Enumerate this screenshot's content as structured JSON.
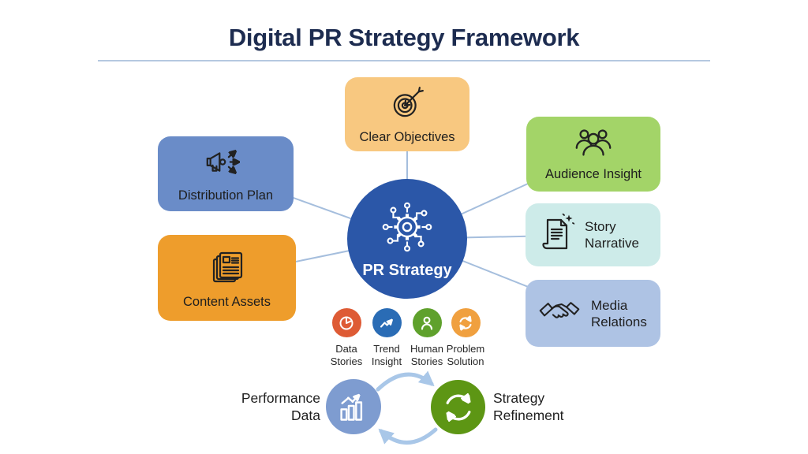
{
  "title": "Digital PR Strategy Framework",
  "hub": {
    "label": "PR Strategy",
    "icon": "gear-network-icon",
    "color": "#2b57a8"
  },
  "nodes": {
    "clear_objectives": {
      "label": "Clear Objectives",
      "icon": "target-icon",
      "color": "#f8c880"
    },
    "distribution_plan": {
      "label": "Distribution Plan",
      "icon": "megaphone-icon",
      "color": "#6a8cc8"
    },
    "content_assets": {
      "label": "Content Assets",
      "icon": "documents-icon",
      "color": "#ee9d2c"
    },
    "audience_insight": {
      "label": "Audience Insight",
      "icon": "people-icon",
      "color": "#a3d468"
    },
    "story_narrative": {
      "label": "Story Narrative",
      "lines": [
        "Story",
        "Narrative"
      ],
      "icon": "scroll-icon",
      "color": "#cdebe9"
    },
    "media_relations": {
      "label": "Media Relations",
      "lines": [
        "Media",
        "Relations"
      ],
      "icon": "handshake-icon",
      "color": "#aec3e4"
    }
  },
  "tactics": [
    {
      "label": "Data Stories",
      "lines": [
        "Data",
        "Stories"
      ],
      "icon": "pie-chart-icon",
      "color": "#de5b35"
    },
    {
      "label": "Trend Insight",
      "lines": [
        "Trend",
        "Insight"
      ],
      "icon": "trend-line-icon",
      "color": "#2a6cb5"
    },
    {
      "label": "Human Stories",
      "lines": [
        "Human",
        "Stories"
      ],
      "icon": "person-icon",
      "color": "#5fa12c"
    },
    {
      "label": "Problem Solution",
      "lines": [
        "Problem",
        "Solution"
      ],
      "icon": "refresh-icon",
      "color": "#f0a03f"
    }
  ],
  "cycle": {
    "left": {
      "label": "Performance Data",
      "lines": [
        "Performance",
        "Data"
      ],
      "icon": "bar-chart-icon",
      "color": "#7e9cd0"
    },
    "right": {
      "label": "Strategy Refinement",
      "lines": [
        "Strategy",
        "Refinement"
      ],
      "icon": "refresh-cycle-icon",
      "color": "#5d9614"
    },
    "arrow_color": "#a9c7e8"
  },
  "colors": {
    "title_text": "#1d2c50",
    "divider": "#b5c8e0",
    "connector_line": "#a5bedd",
    "box_text": "#1e1e1e",
    "icon_stroke": "#222222",
    "background": "#ffffff"
  }
}
